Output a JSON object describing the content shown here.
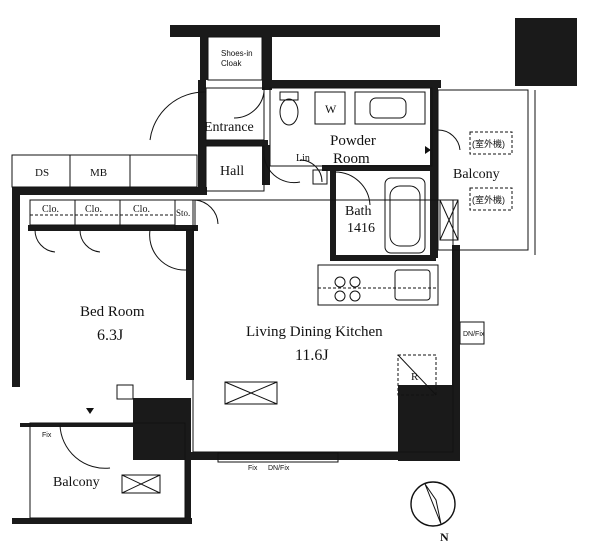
{
  "rooms": {
    "shoes_in_cloak_line1": "Shoes-in",
    "shoes_in_cloak_line2": "Cloak",
    "entrance": "Entrance",
    "hall": "Hall",
    "powder_room_line1": "Powder",
    "powder_room_line2": "Room",
    "washer": "W",
    "linen": "Lin",
    "bath": "Bath",
    "bath_size": "1416",
    "balcony_east": "Balcony",
    "ds": "DS",
    "mb": "MB",
    "clo1": "Clo.",
    "clo2": "Clo.",
    "clo3": "Clo.",
    "storage": "Sto.",
    "bed_room": "Bed Room",
    "bed_room_size": "6.3J",
    "ldk": "Living Dining Kitchen",
    "ldk_size": "11.6J",
    "fridge": "R",
    "dn_fix": "DN/Fix",
    "balcony_south": "Balcony",
    "fix_left": "Fix",
    "fix_bottom": "Fix",
    "dn_fix_bottom": "DN/Fix",
    "ac_top": "(室外機)",
    "ac_bottom": "(室外機)"
  },
  "compass": {
    "north": "N"
  }
}
